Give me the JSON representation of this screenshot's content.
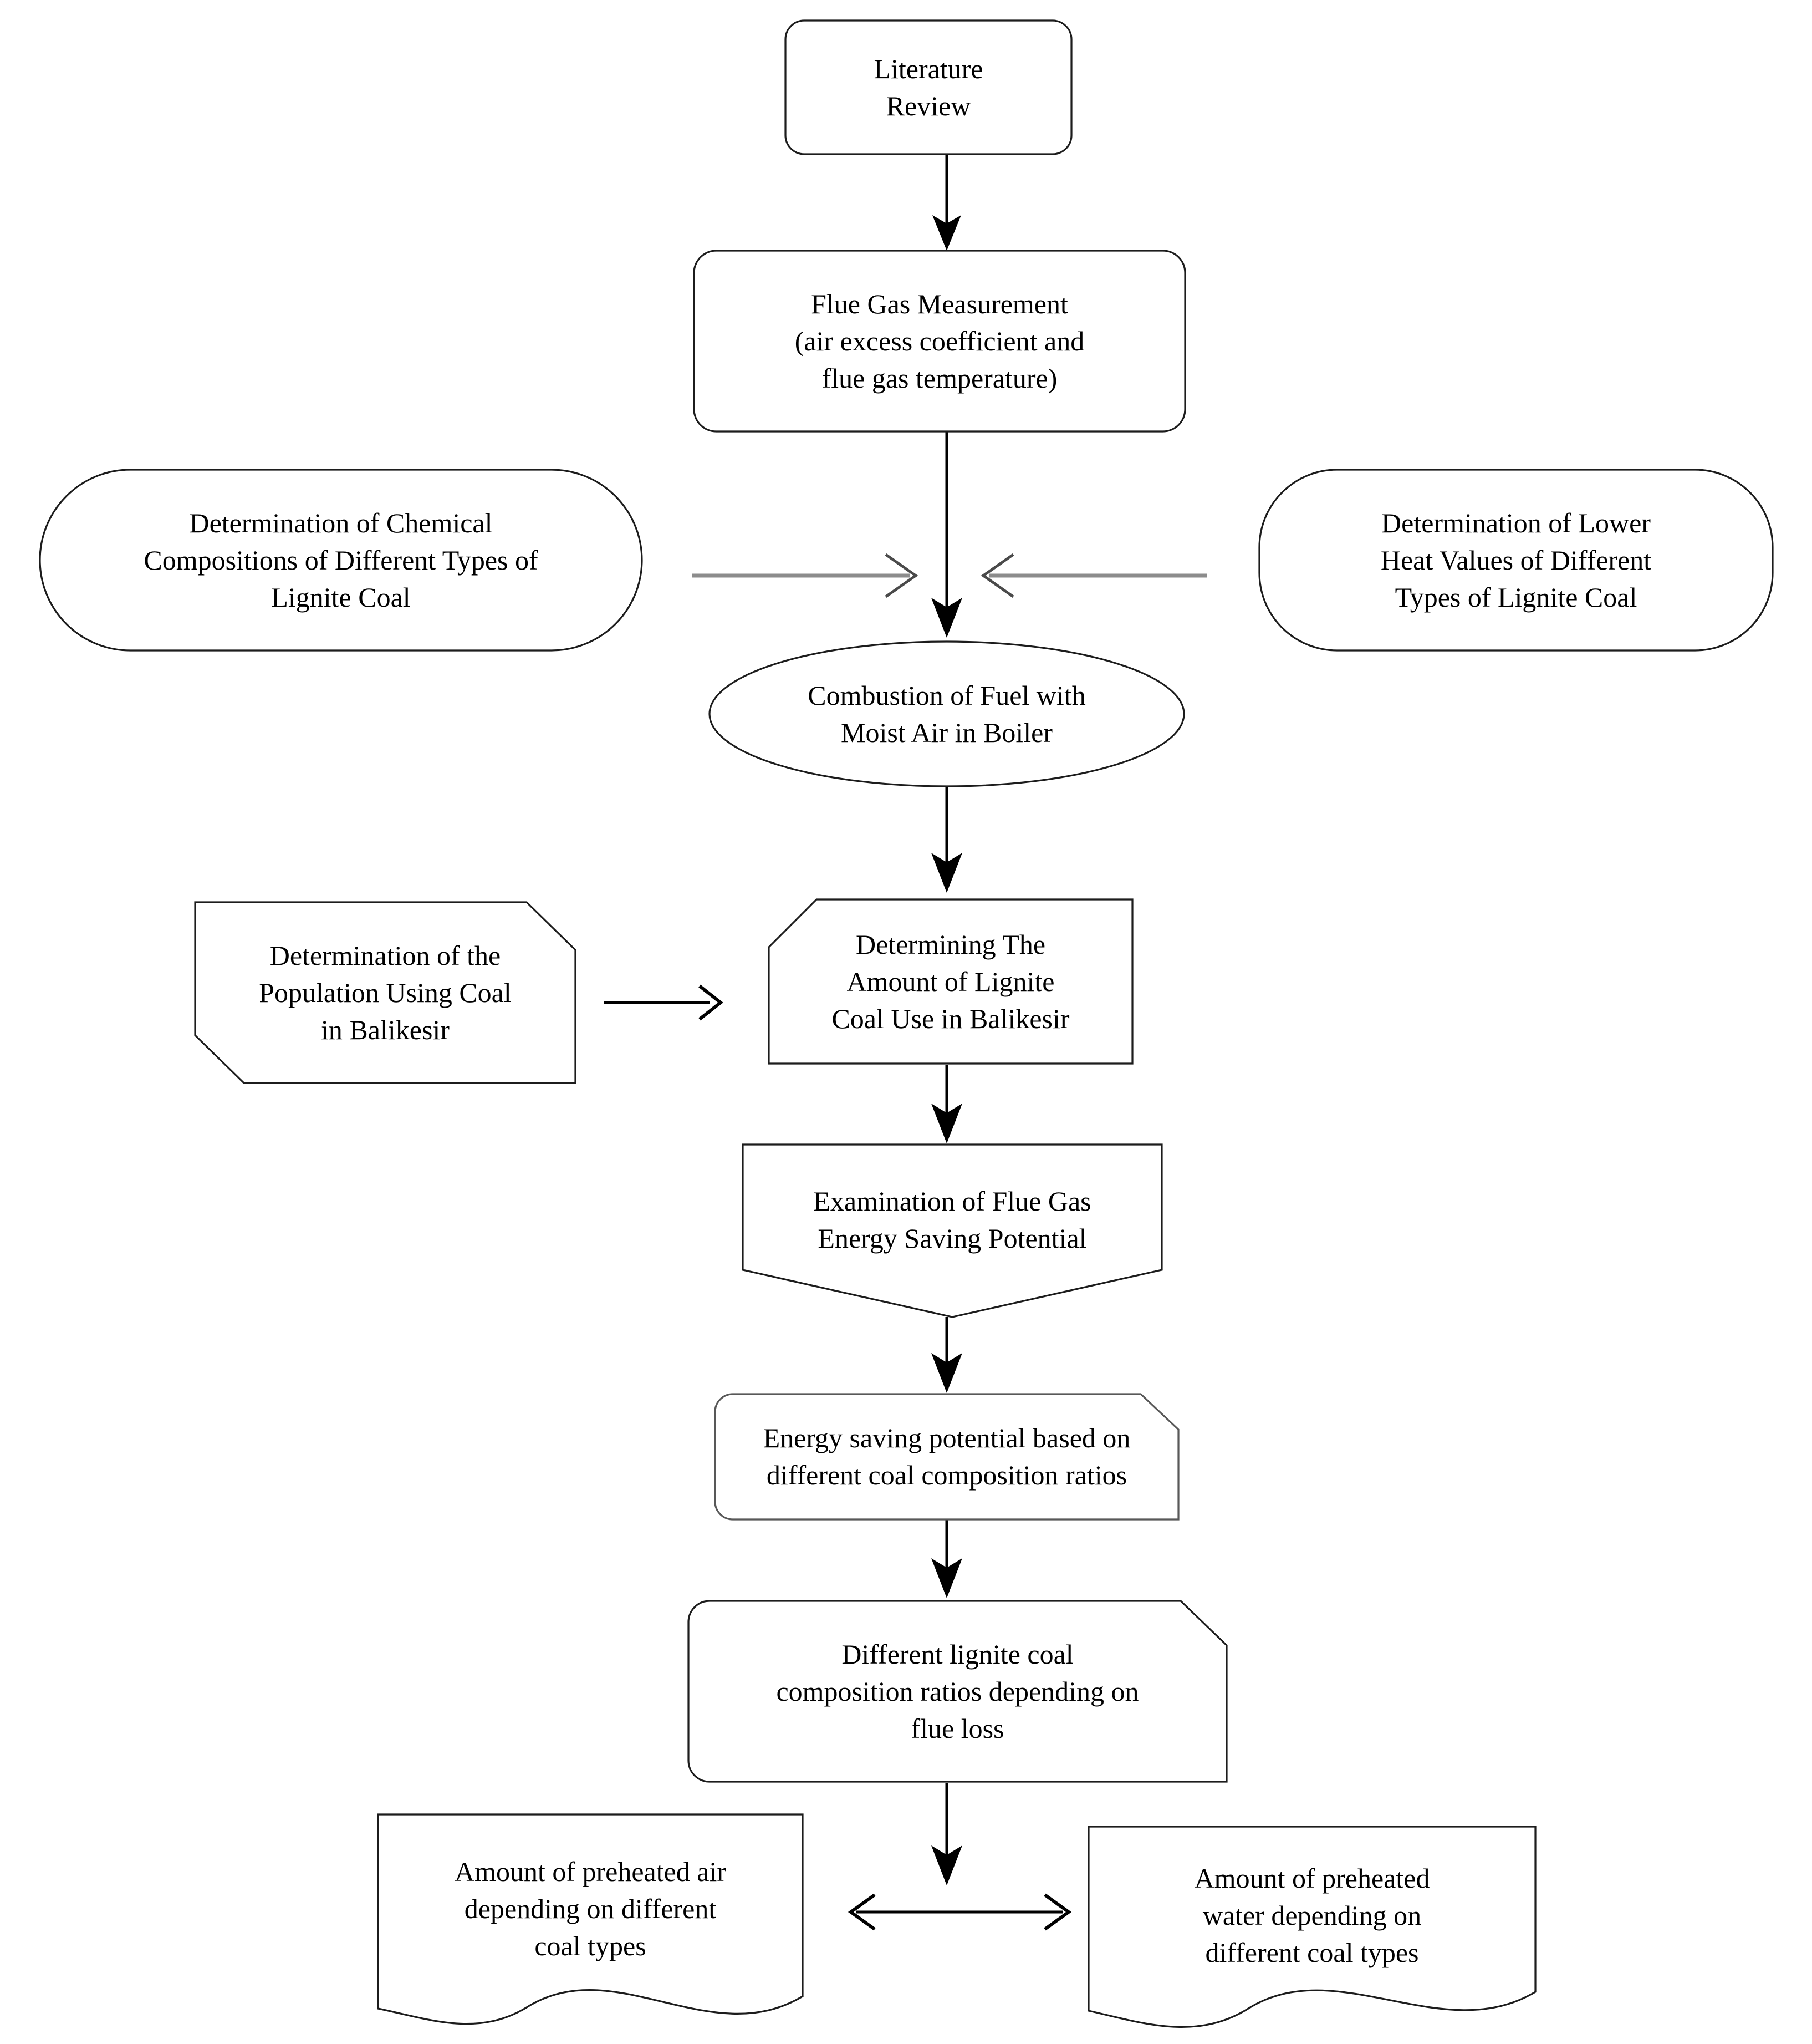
{
  "diagram": {
    "title": "Research methodology flowchart",
    "accent_line_color": "#8c8c8c",
    "stroke_color": "#1c1c1c",
    "nodes": {
      "literature_review": "Literature\nReview",
      "flue_gas_measurement": "Flue Gas Measurement\n(air excess coefficient and\nflue gas temperature)",
      "chemical_compositions": "Determination of Chemical\nCompositions of Different Types of\nLignite Coal",
      "lower_heat_values": "Determination of Lower\nHeat Values of Different\nTypes of Lignite Coal",
      "combustion": "Combustion of Fuel with\nMoist Air in Boiler",
      "population_using_coal": "Determination of the\nPopulation Using Coal\nin Balikesir",
      "amount_of_lignite_coal": "Determining The\nAmount of Lignite\nCoal Use in Balikesir",
      "examination_flue_gas": "Examination of Flue Gas\nEnergy Saving Potential",
      "energy_saving_potential": "Energy saving potential based on\ndifferent coal composition ratios",
      "composition_ratios_flue_loss": "Different lignite coal\ncomposition ratios depending on\nflue loss",
      "preheated_air": "Amount of preheated air\ndepending on different\ncoal types",
      "preheated_water": "Amount of preheated\nwater depending on\ndifferent coal types"
    },
    "connectors": [
      {
        "name": "literature-to-flue-gas",
        "kind": "arrow-down"
      },
      {
        "name": "flue-gas-to-combustion",
        "kind": "arrow-down"
      },
      {
        "name": "chemical-to-center",
        "kind": "arrow-right-gray"
      },
      {
        "name": "heat-values-to-center",
        "kind": "arrow-left-gray"
      },
      {
        "name": "combustion-to-amount",
        "kind": "arrow-down"
      },
      {
        "name": "population-to-amount",
        "kind": "arrow-right"
      },
      {
        "name": "amount-to-examination",
        "kind": "arrow-down"
      },
      {
        "name": "examination-to-energy-saving",
        "kind": "arrow-down"
      },
      {
        "name": "energy-saving-to-ratios",
        "kind": "arrow-down"
      },
      {
        "name": "ratios-to-bottom",
        "kind": "arrow-down"
      },
      {
        "name": "air-water-bidirectional",
        "kind": "arrow-double-horizontal"
      }
    ]
  }
}
